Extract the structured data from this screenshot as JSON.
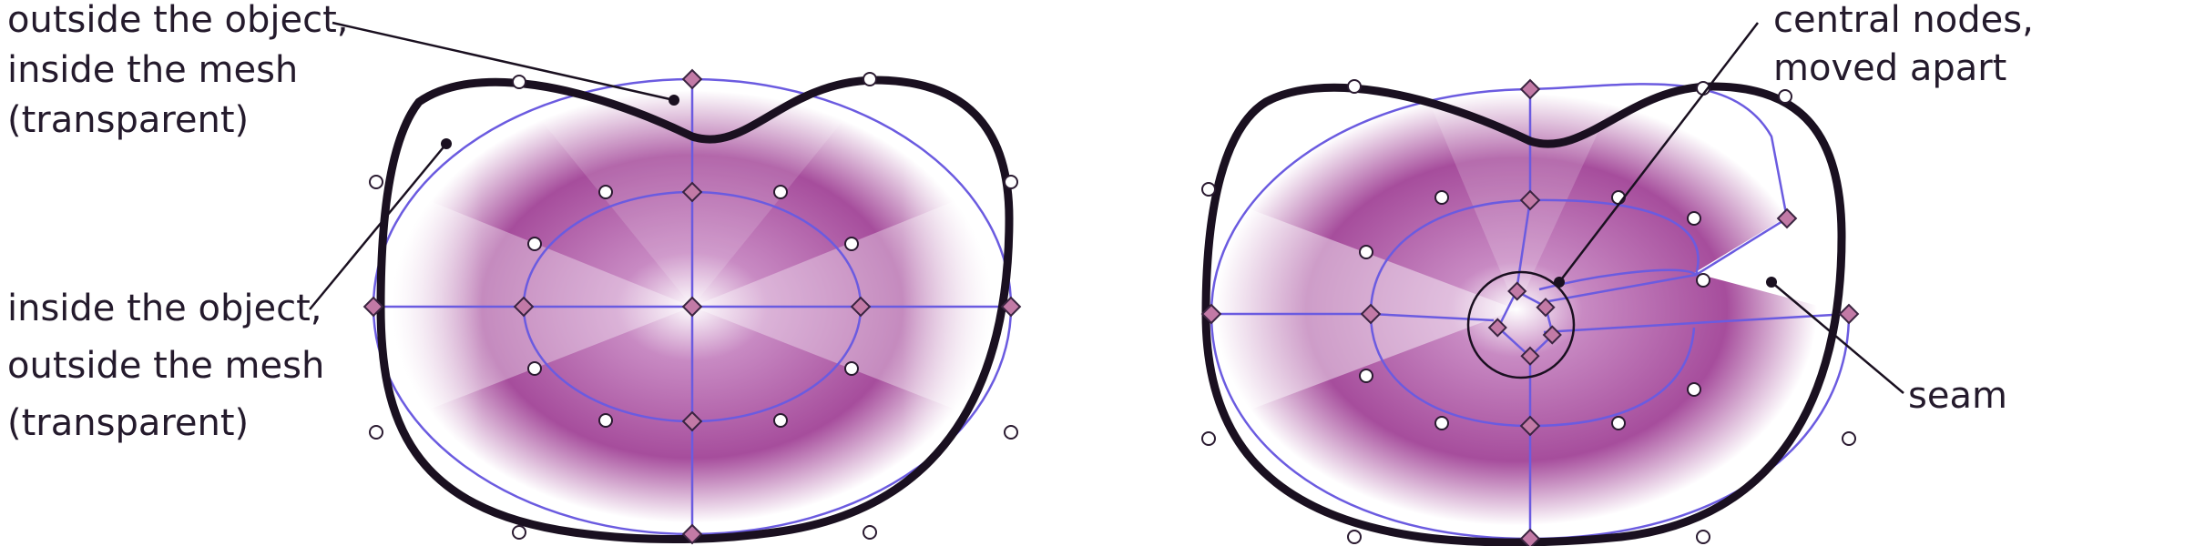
{
  "labels": {
    "outside_object": [
      "outside the object,",
      "inside the mesh",
      "(transparent)"
    ],
    "inside_object": [
      "inside the object,",
      "outside the mesh",
      "(transparent)"
    ],
    "central_nodes": [
      "central nodes,",
      "moved apart"
    ],
    "seam": "seam"
  },
  "colors": {
    "mesh_fill_dark": "#8e2f86",
    "mesh_fill_light": "#ffffff",
    "mesh_line": "#6b5be0",
    "outline": "#1a1020",
    "node_fill": "#c27aa6",
    "handle_fill": "#ffffff"
  }
}
